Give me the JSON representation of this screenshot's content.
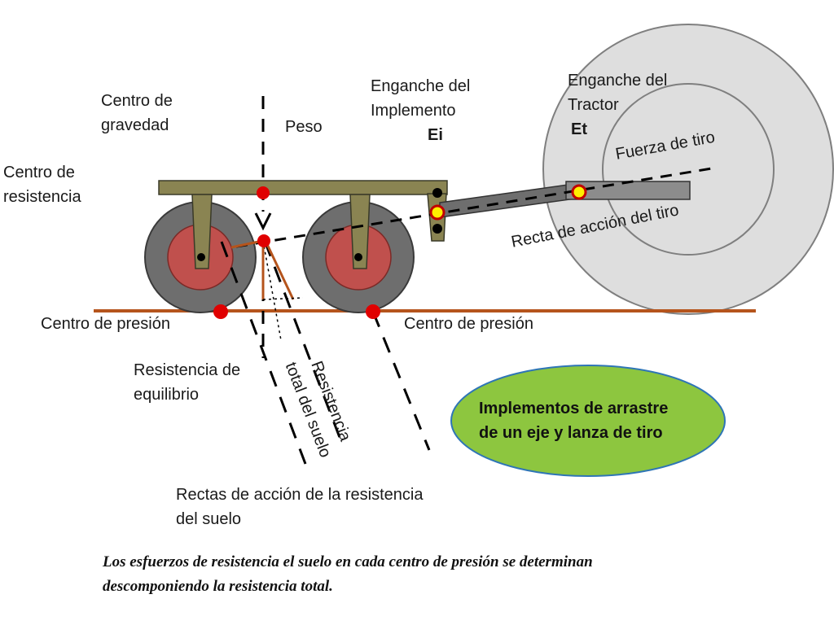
{
  "labels": {
    "centro_gravedad_1": "Centro de",
    "centro_gravedad_2": "gravedad",
    "peso": "Peso",
    "centro_resistencia_1": "Centro de",
    "centro_resistencia_2": "resistencia",
    "enganche_implemento_1": "Enganche del",
    "enganche_implemento_2": "Implemento",
    "enganche_implemento_code": "Ei",
    "enganche_tractor_1": "Enganche del",
    "enganche_tractor_2": "Tractor",
    "enganche_tractor_code": "Et",
    "fuerza_tiro": "Fuerza de tiro",
    "recta_accion_tiro": "Recta de acción del tiro",
    "centro_presion_left": "Centro de presión",
    "centro_presion_right": "Centro de presión",
    "resistencia_equilibrio_1": "Resistencia de",
    "resistencia_equilibrio_2": "equilibrio",
    "resistencia_total_1": "Resistencia",
    "resistencia_total_2": "total del suelo",
    "rectas_accion_1": "Rectas de acción de la resistencia",
    "rectas_accion_2": "del suelo"
  },
  "callout": {
    "line1": "Implementos de arrastre",
    "line2": "de un eje y lanza de tiro"
  },
  "note": {
    "line1": "Los esfuerzos de resistencia el suelo en cada centro de presión se determinan",
    "line2": "descomponiendo la resistencia total."
  },
  "colors": {
    "frame": "#8a8452",
    "tire": "#6e6e6e",
    "hub": "#c0504d",
    "tractor_wheel": "#dedede",
    "ground": "#b5541c",
    "force": "#b5541c",
    "point_red": "#e00000",
    "point_yellow": "#ffef00",
    "callout_fill": "#8dc63f",
    "callout_border": "#2e75b6"
  }
}
